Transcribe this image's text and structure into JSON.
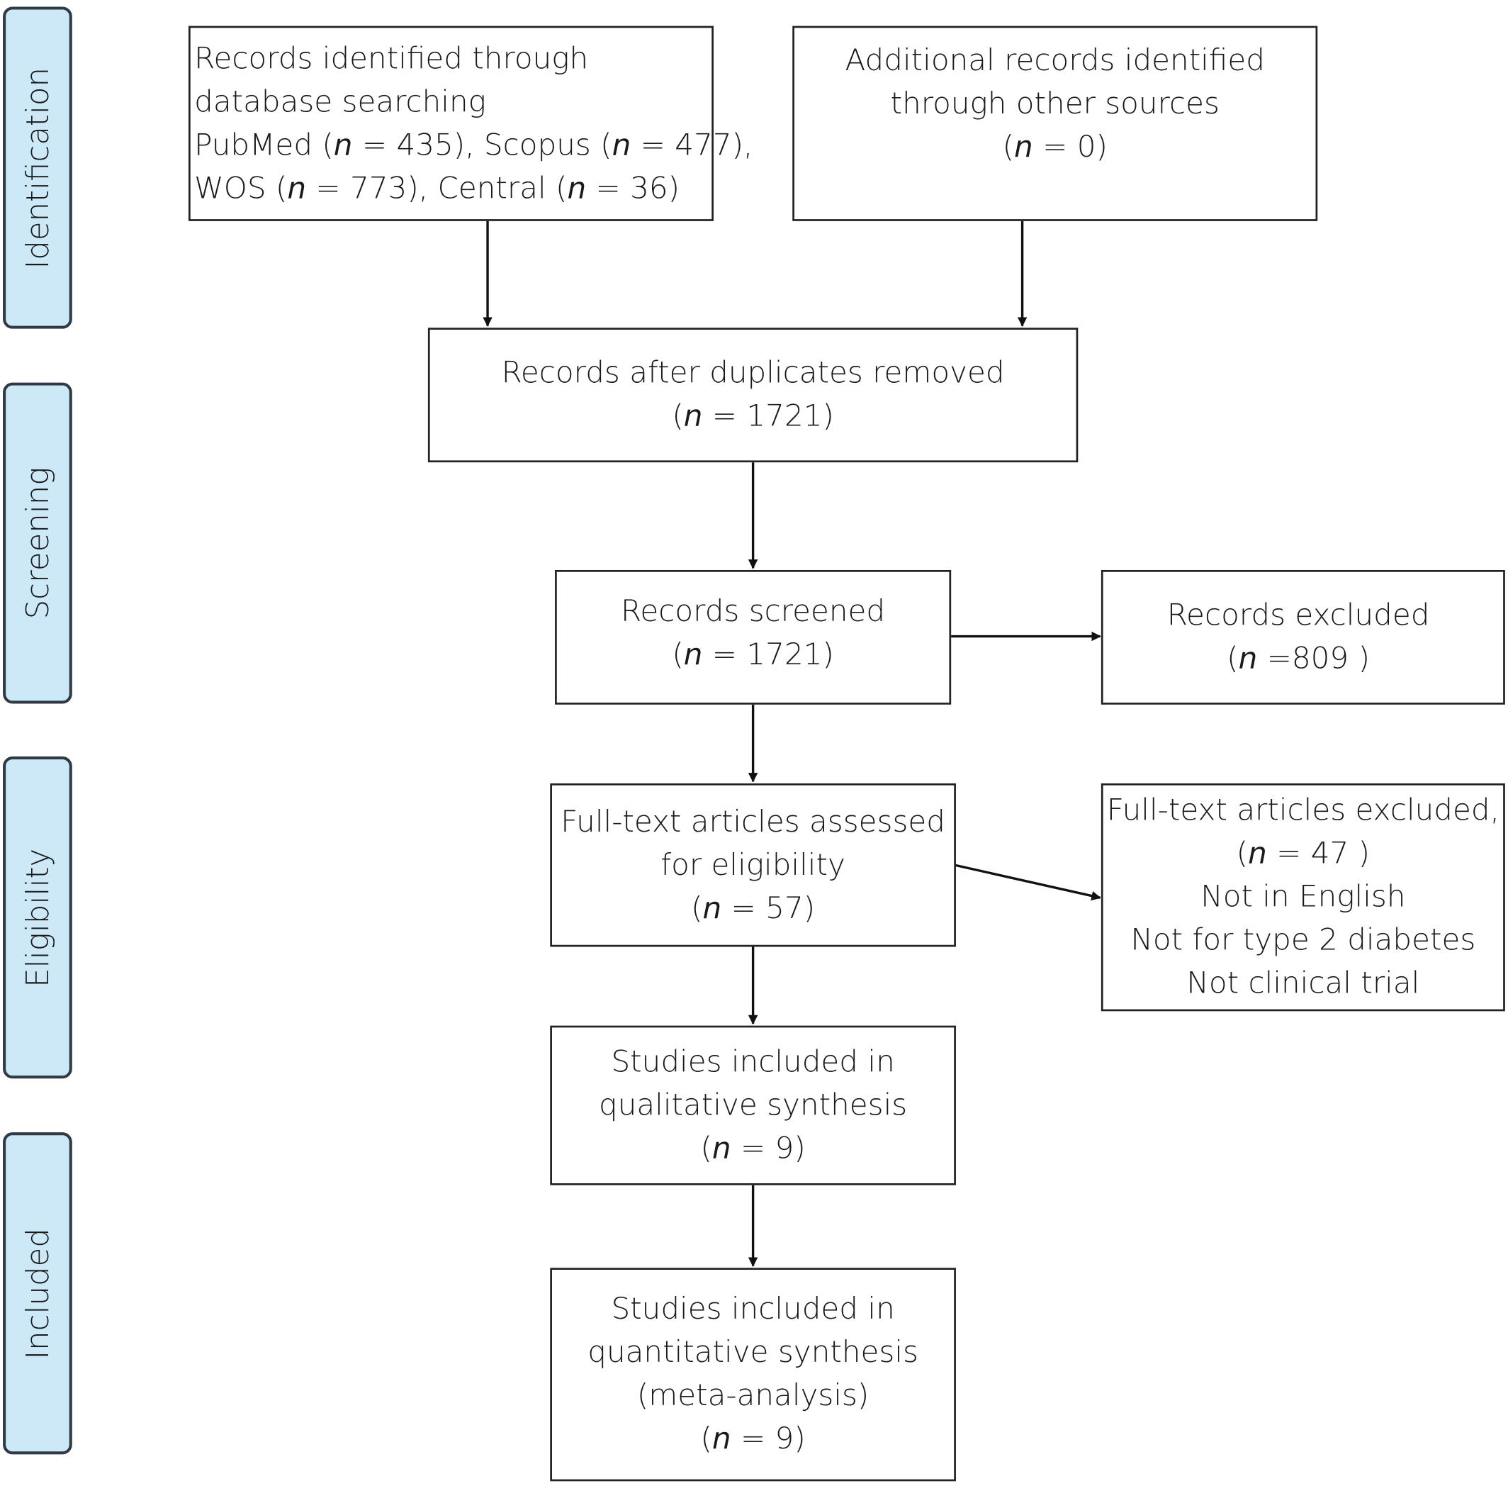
{
  "phases": [
    {
      "label": "Identification"
    },
    {
      "label": "Screening"
    },
    {
      "label": "Eligibility"
    },
    {
      "label": "Included"
    }
  ],
  "boxes": {
    "database_search": {
      "line1": "Records identified through",
      "line2": "database searching",
      "line3": {
        "a": "PubMed (",
        "v1": "n",
        "b": " = 435), Scopus (",
        "v2": "n",
        "c": " = 477),"
      },
      "line4": {
        "a": "WOS  (",
        "v1": "n",
        "b": " = 773), Central (",
        "v2": "n",
        "c": " = 36)"
      }
    },
    "other_sources": {
      "line1": "Additional records identified",
      "line2": "through other sources",
      "count": {
        "open": "(",
        "var": "n",
        "rest": " = 0)"
      }
    },
    "after_duplicates": {
      "line1": "Records after duplicates removed",
      "count": {
        "open": "(",
        "var": "n",
        "rest": " = 1721)"
      }
    },
    "screened": {
      "line1": "Records screened",
      "count": {
        "open": "(",
        "var": "n",
        "rest": " = 1721)"
      }
    },
    "excluded": {
      "line1": "Records excluded",
      "count": {
        "open": "(",
        "var": "n",
        "rest": " =809 )"
      }
    },
    "full_text": {
      "line1": "Full-text articles assessed",
      "line2": "for eligibility",
      "count": {
        "open": "(",
        "var": "n",
        "rest": " = 57)"
      }
    },
    "full_text_excluded": {
      "line1": "Full-text articles excluded,",
      "count": {
        "open": "(",
        "var": "n",
        "rest": " = 47 )"
      },
      "reasons": [
        "Not in English",
        "Not for type 2 diabetes",
        "Not clinical trial"
      ]
    },
    "qualitative": {
      "line1": "Studies included in",
      "line2": "qualitative synthesis",
      "count": {
        "open": "(",
        "var": "n",
        "rest": " = 9)"
      }
    },
    "quantitative": {
      "line1": "Studies included in",
      "line2": "quantitative synthesis",
      "line3": "(meta-analysis)",
      "count": {
        "open": "(",
        "var": "n",
        "rest": " = 9)"
      }
    }
  }
}
